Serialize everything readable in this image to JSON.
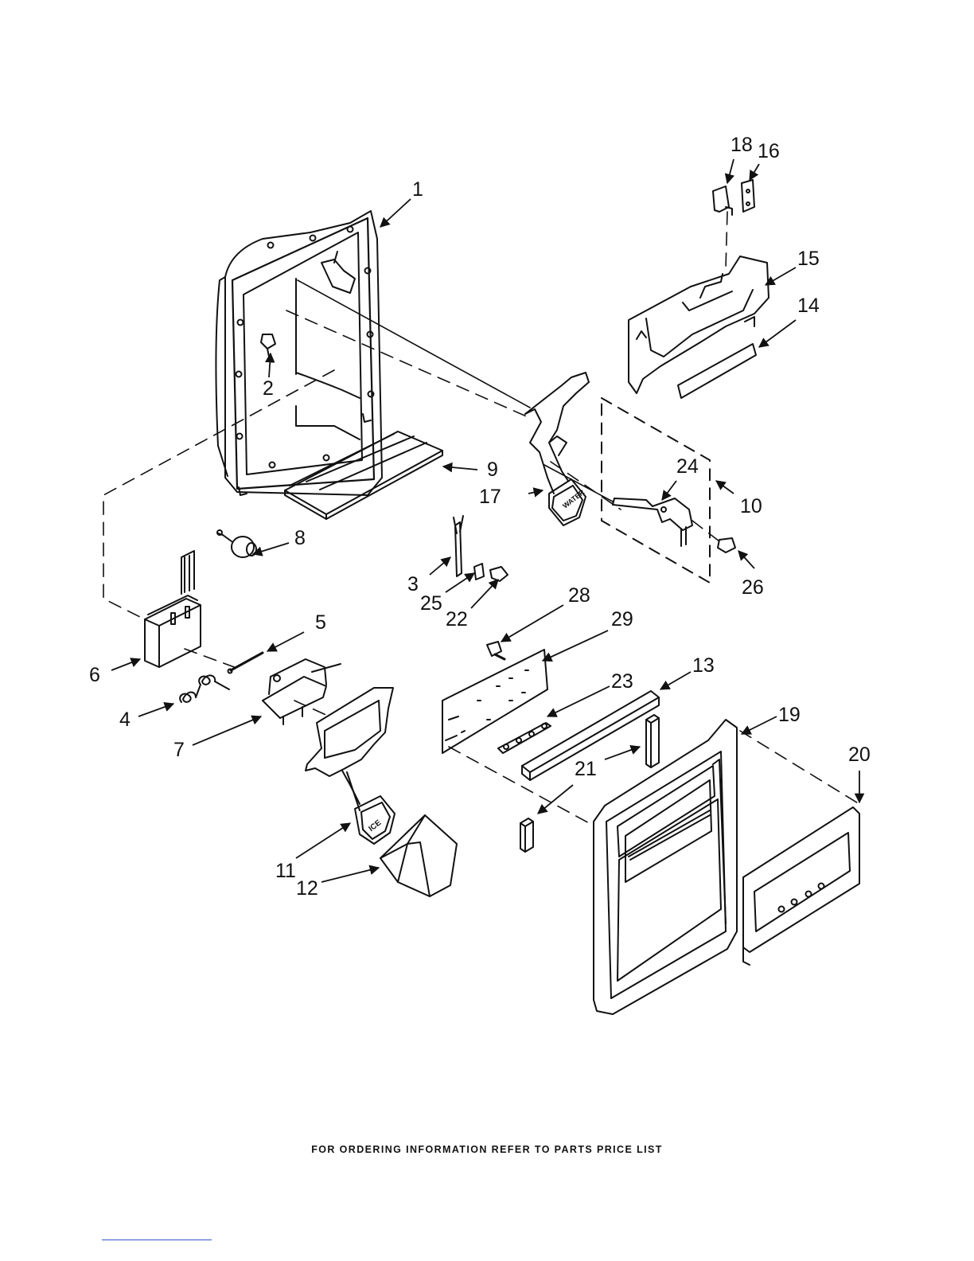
{
  "callouts": [
    {
      "id": "1",
      "label": "1"
    },
    {
      "id": "2",
      "label": "2"
    },
    {
      "id": "3",
      "label": "3"
    },
    {
      "id": "4",
      "label": "4"
    },
    {
      "id": "5",
      "label": "5"
    },
    {
      "id": "6",
      "label": "6"
    },
    {
      "id": "7",
      "label": "7"
    },
    {
      "id": "8",
      "label": "8"
    },
    {
      "id": "9",
      "label": "9"
    },
    {
      "id": "10",
      "label": "10"
    },
    {
      "id": "11",
      "label": "11"
    },
    {
      "id": "12",
      "label": "12"
    },
    {
      "id": "13",
      "label": "13"
    },
    {
      "id": "14",
      "label": "14"
    },
    {
      "id": "15",
      "label": "15"
    },
    {
      "id": "16",
      "label": "16"
    },
    {
      "id": "17",
      "label": "17"
    },
    {
      "id": "18",
      "label": "18"
    },
    {
      "id": "19",
      "label": "19"
    },
    {
      "id": "20",
      "label": "20"
    },
    {
      "id": "21",
      "label": "21"
    },
    {
      "id": "22",
      "label": "22"
    },
    {
      "id": "23",
      "label": "23"
    },
    {
      "id": "24",
      "label": "24"
    },
    {
      "id": "25",
      "label": "25"
    },
    {
      "id": "26",
      "label": "26"
    },
    {
      "id": "28",
      "label": "28"
    },
    {
      "id": "29",
      "label": "29"
    }
  ],
  "paddle_labels": {
    "water": "WATER",
    "ice": "ICE"
  },
  "footer": "FOR ORDERING INFORMATION REFER TO PARTS PRICE LIST"
}
